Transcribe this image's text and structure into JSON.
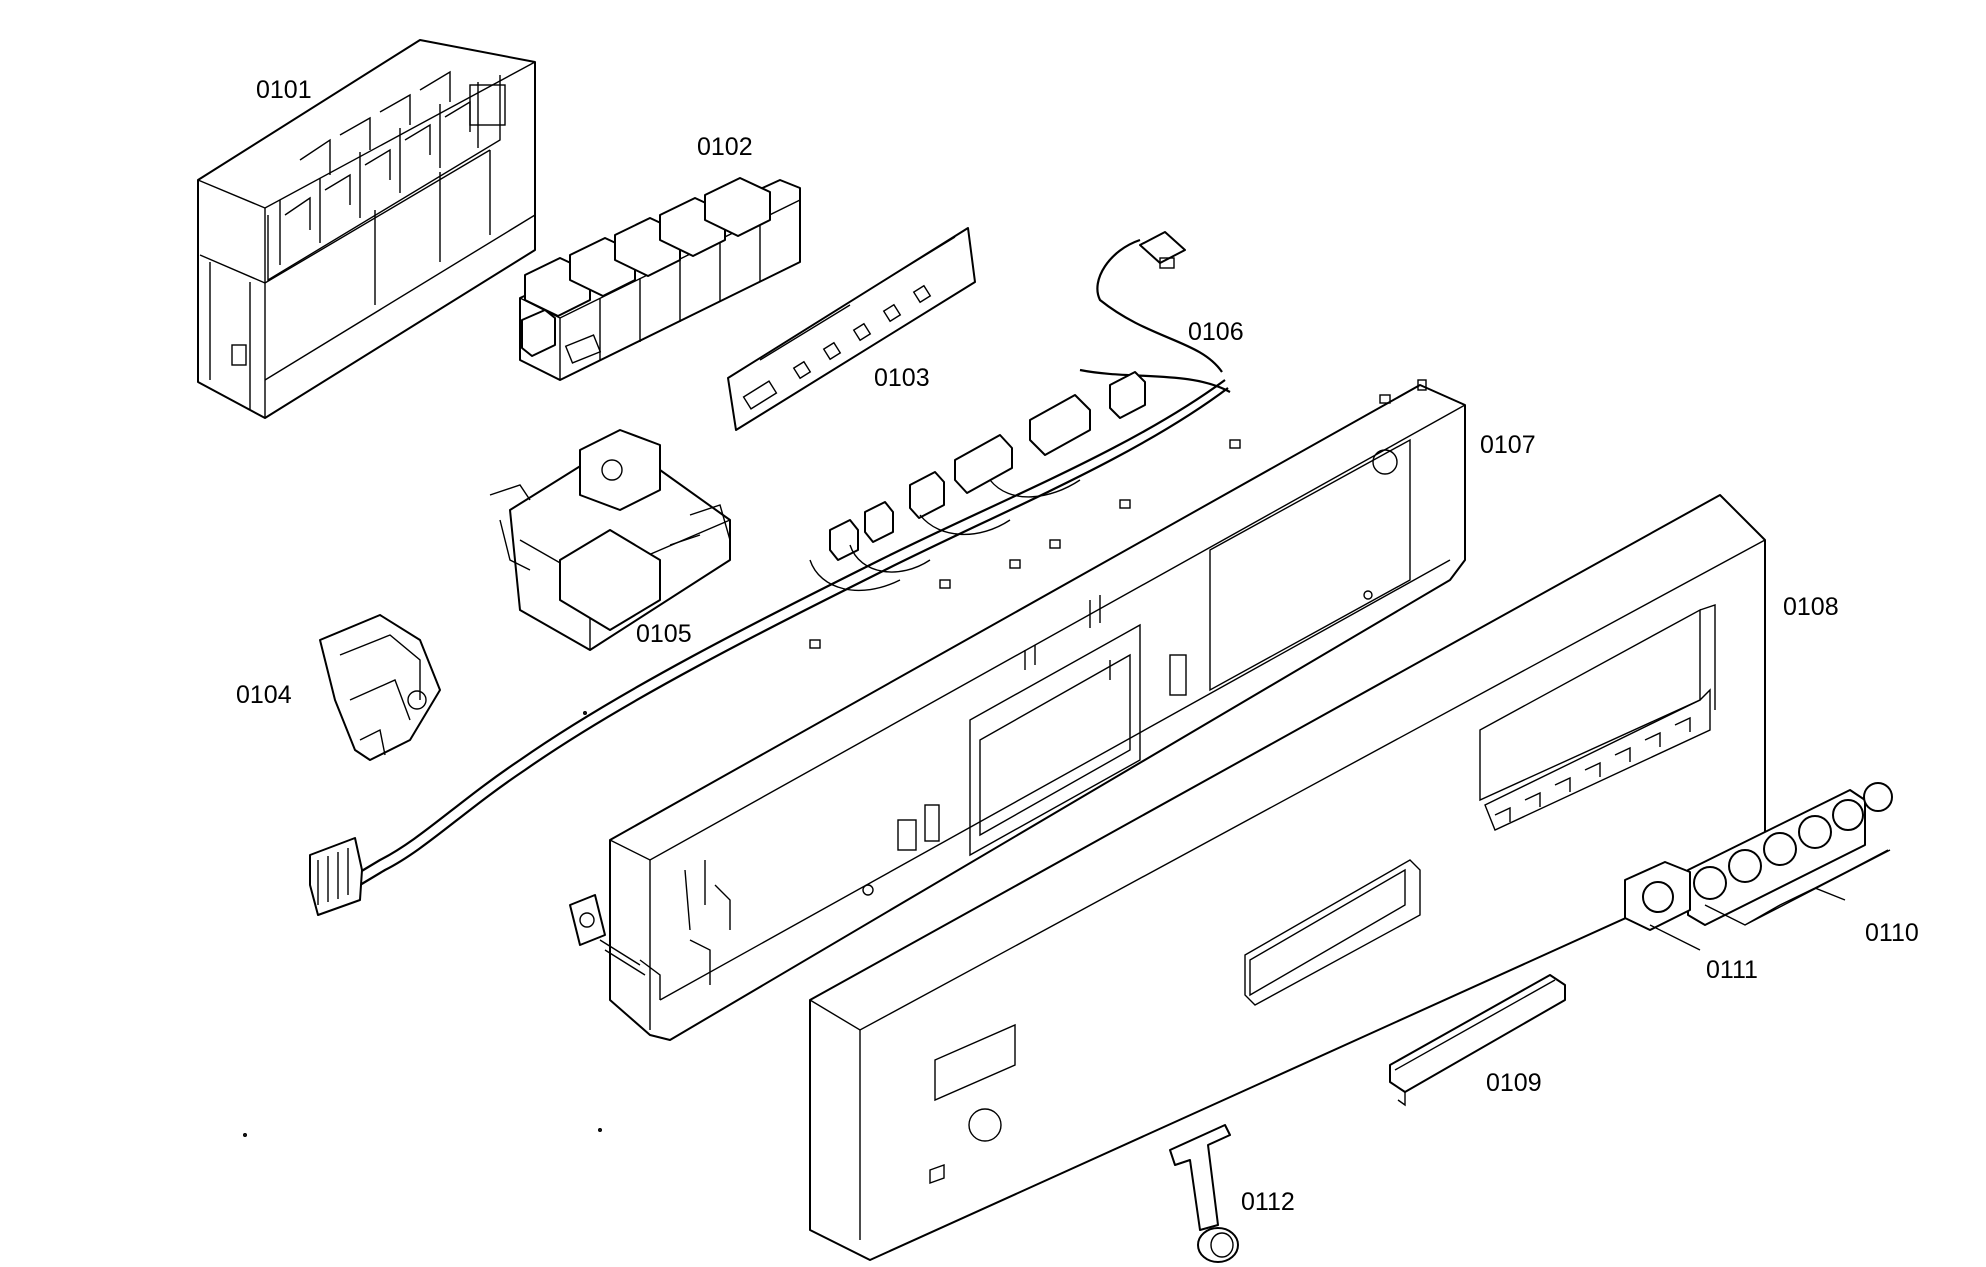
{
  "parts": [
    {
      "id": "0101",
      "label": "0101"
    },
    {
      "id": "0102",
      "label": "0102"
    },
    {
      "id": "0103",
      "label": "0103"
    },
    {
      "id": "0104",
      "label": "0104"
    },
    {
      "id": "0105",
      "label": "0105"
    },
    {
      "id": "0106",
      "label": "0106"
    },
    {
      "id": "0107",
      "label": "0107"
    },
    {
      "id": "0108",
      "label": "0108"
    },
    {
      "id": "0109",
      "label": "0109"
    },
    {
      "id": "0110",
      "label": "0110"
    },
    {
      "id": "0111",
      "label": "0111"
    },
    {
      "id": "0112",
      "label": "0112"
    }
  ]
}
